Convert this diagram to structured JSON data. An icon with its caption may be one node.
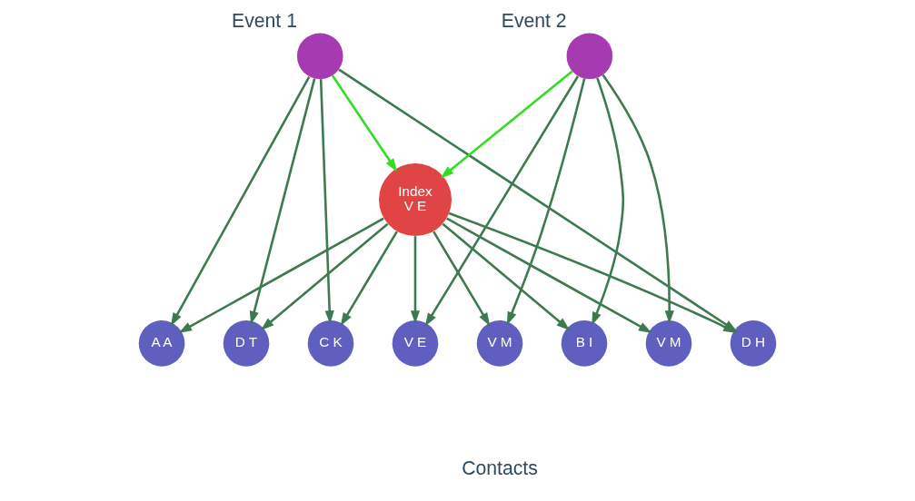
{
  "diagram": {
    "nodes": [
      {
        "text": [
          "Event 1"
        ]
      },
      {
        "text": [
          "Event 2"
        ]
      },
      {
        "text": [
          "Index",
          "V E"
        ]
      },
      {
        "text": [
          "A A"
        ]
      },
      {
        "text": [
          "D T"
        ]
      },
      {
        "text": [
          "C K"
        ]
      },
      {
        "text": [
          "V E"
        ]
      },
      {
        "text": [
          "V M"
        ]
      },
      {
        "text": [
          "B I"
        ]
      },
      {
        "text": [
          "V M"
        ]
      },
      {
        "text": [
          "D H"
        ]
      }
    ],
    "edges": [
      {
        "from": 0,
        "to": 3,
        "arrow": "to"
      },
      {
        "from": 0,
        "to": 4,
        "arrow": "to"
      },
      {
        "from": 0,
        "to": 5,
        "arrow": "to"
      },
      {
        "from": 0,
        "to": 10,
        "arrow": "to"
      },
      {
        "from": 0,
        "to": 2,
        "arrow": "to",
        "color": "#33dd22"
      },
      {
        "from": 1,
        "to": 6,
        "arrow": "to"
      },
      {
        "from": 1,
        "to": 7,
        "arrow": "to"
      },
      {
        "from": 1,
        "to": 8,
        "arrow": "to"
      },
      {
        "from": 1,
        "to": 9,
        "arrow": "to"
      },
      {
        "from": 1,
        "to": 2,
        "arrow": "to",
        "color": "#33dd22"
      },
      {
        "from": 2,
        "to": 3,
        "arrow": "to"
      },
      {
        "from": 2,
        "to": 4,
        "arrow": "to"
      },
      {
        "from": 2,
        "to": 5,
        "arrow": "to"
      },
      {
        "from": 2,
        "to": 6,
        "arrow": "to"
      },
      {
        "from": 2,
        "to": 7,
        "arrow": "to"
      },
      {
        "from": 2,
        "to": 8,
        "arrow": "to"
      },
      {
        "from": 2,
        "to": 9,
        "arrow": "to"
      },
      {
        "from": 2,
        "to": 10,
        "arrow": "to"
      }
    ],
    "labels": [
      "Contacts"
    ]
  }
}
